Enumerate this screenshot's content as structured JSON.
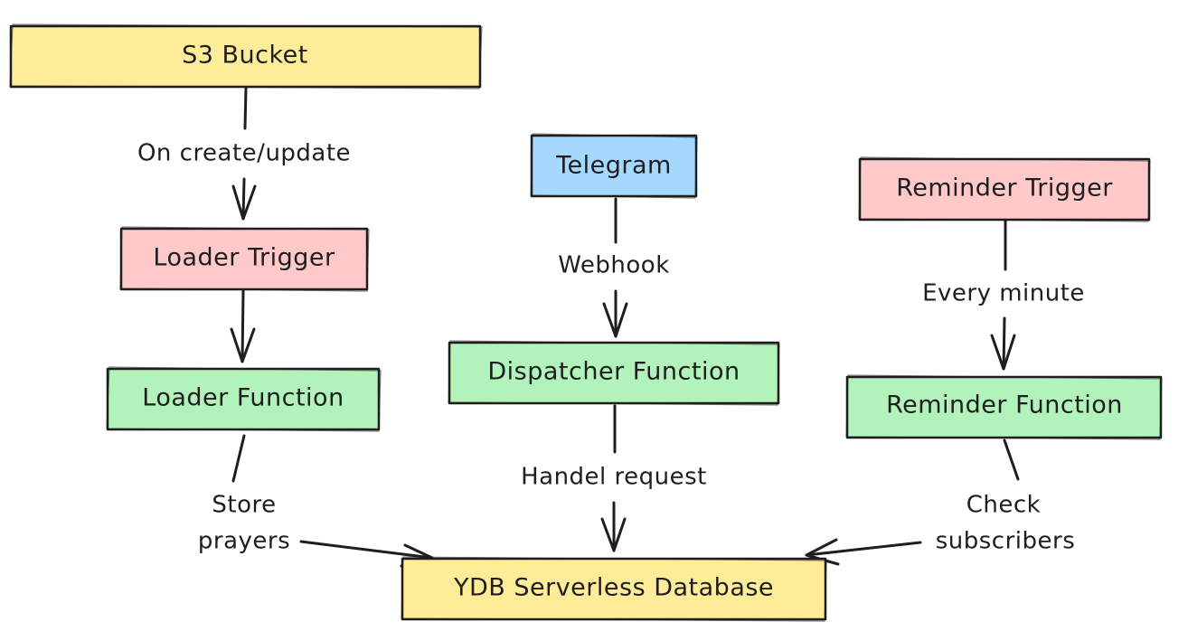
{
  "colors": {
    "yellow": "#ffec99",
    "blue": "#a5d8ff",
    "red": "#ffc9c9",
    "green": "#b2f2bb",
    "stroke": "#1e1e1e"
  },
  "nodes": {
    "s3_bucket": {
      "label": "S3 Bucket",
      "color": "yellow"
    },
    "loader_trigger": {
      "label": "Loader Trigger",
      "color": "red"
    },
    "loader_function": {
      "label": "Loader Function",
      "color": "green"
    },
    "telegram": {
      "label": "Telegram",
      "color": "blue"
    },
    "dispatcher_function": {
      "label": "Dispatcher Function",
      "color": "green"
    },
    "reminder_trigger": {
      "label": "Reminder Trigger",
      "color": "red"
    },
    "reminder_function": {
      "label": "Reminder Function",
      "color": "green"
    },
    "ydb": {
      "label": "YDB Serverless Database",
      "color": "yellow"
    }
  },
  "edges": {
    "s3_to_loader_trigger": {
      "label": "On create/update"
    },
    "loader_trigger_to_function": {
      "label": ""
    },
    "loader_to_ydb": {
      "label_line1": "Store",
      "label_line2": "prayers"
    },
    "telegram_to_dispatcher": {
      "label": "Webhook"
    },
    "dispatcher_to_ydb": {
      "label": "Handel request"
    },
    "reminder_trigger_to_function": {
      "label": "Every minute"
    },
    "reminder_to_ydb": {
      "label_line1": "Check",
      "label_line2": "subscribers"
    }
  }
}
